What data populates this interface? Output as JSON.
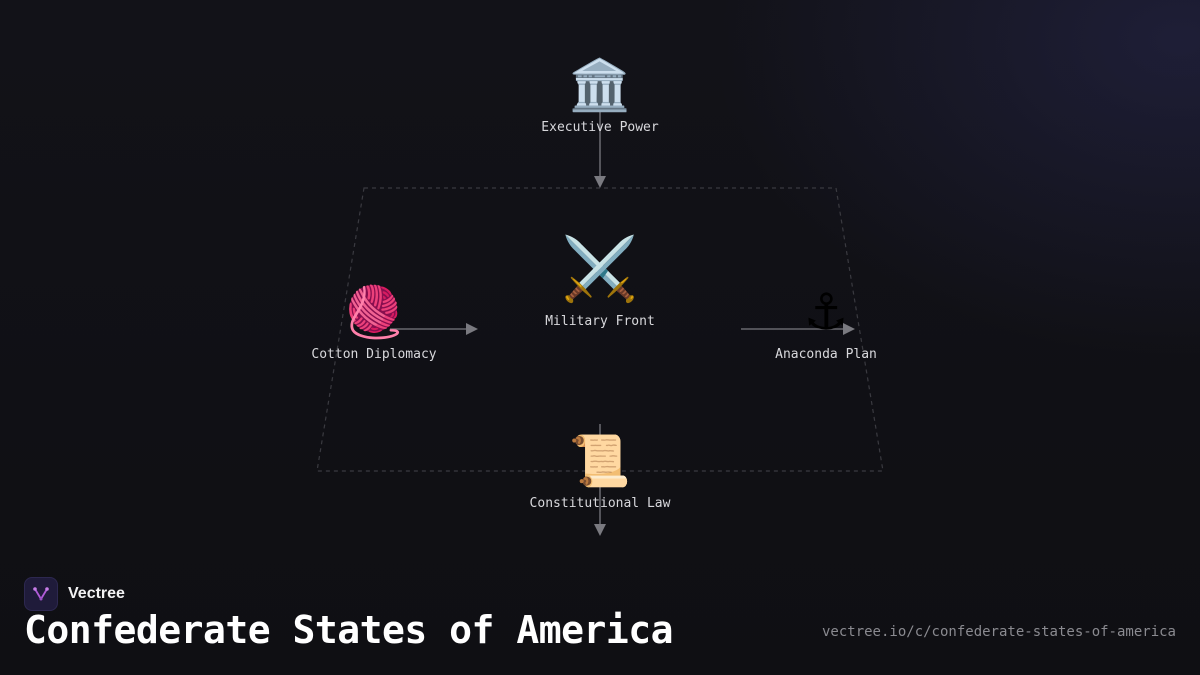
{
  "diagram": {
    "nodes": [
      {
        "id": "executive",
        "icon": "classical-building-icon",
        "glyph": "🏛️",
        "label": "Executive Power"
      },
      {
        "id": "military",
        "icon": "crossed-swords-icon",
        "glyph": "⚔️",
        "label": "Military Front"
      },
      {
        "id": "cotton",
        "icon": "yarn-ball-icon",
        "glyph": "🧶",
        "label": "Cotton Diplomacy"
      },
      {
        "id": "anaconda",
        "icon": "anchor-icon",
        "glyph": "⚓",
        "label": "Anaconda Plan"
      },
      {
        "id": "constitution",
        "icon": "scroll-icon",
        "glyph": "📜",
        "label": "Constitutional Law"
      }
    ],
    "edges": [
      {
        "from": "executive",
        "to": "military"
      },
      {
        "from": "cotton",
        "to": "military"
      },
      {
        "from": "military",
        "to": "anaconda"
      },
      {
        "from": "military",
        "to": "constitution"
      }
    ]
  },
  "brand": {
    "name": "Vectree",
    "icon": "vectree-logo-icon"
  },
  "title": "Confederate States of America",
  "url": "vectree.io/c/confederate-states-of-america",
  "colors": {
    "background": "#101014",
    "edge": "#7a7a80",
    "group_border": "#3a3a40",
    "label": "#d8d8dc",
    "logo_accent": "#b05bd8"
  }
}
